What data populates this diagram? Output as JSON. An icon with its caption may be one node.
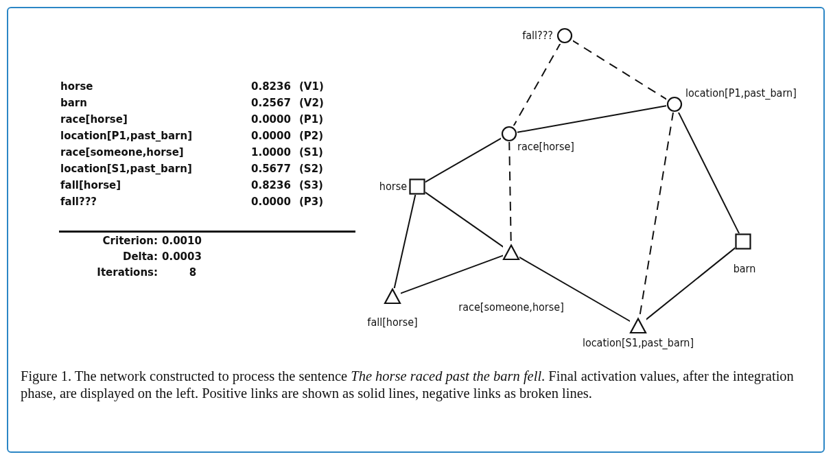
{
  "diagram": {
    "caption": "Figure 1.  The network constructed to process the sentence *The horse raced past the barn fell*.  Final activation values, after the integration phase, are displayed on the left. Positive links are shown as solid lines, negative links as broken lines.",
    "nodes": [
      {
        "text": [],
        "shape": "circle",
        "beside": [
          "fall???"
        ]
      },
      {
        "text": [],
        "shape": "circle",
        "beside": [
          "location[P1,past_barn]"
        ]
      },
      {
        "text": [],
        "shape": "circle",
        "beside": [
          "race[horse]"
        ]
      },
      {
        "text": [],
        "shape": "box",
        "beside": [
          "horse"
        ]
      },
      {
        "text": [],
        "shape": "triangle",
        "beside": [
          "race[someone,horse]"
        ]
      },
      {
        "text": [],
        "shape": "box",
        "beside": [
          "barn"
        ]
      },
      {
        "text": [],
        "shape": "triangle",
        "beside": [
          "fall[horse]"
        ]
      },
      {
        "text": [],
        "shape": "triangle",
        "beside": [
          "location[S1,past_barn]"
        ]
      }
    ],
    "edges": [
      {
        "from": 0,
        "to": 2,
        "arrow": "none",
        "style": "dashed"
      },
      {
        "from": 0,
        "to": 1,
        "arrow": "none",
        "style": "dashed"
      },
      {
        "from": 2,
        "to": 1,
        "arrow": "none"
      },
      {
        "from": 3,
        "to": 2,
        "arrow": "none"
      },
      {
        "from": 2,
        "to": 4,
        "arrow": "none",
        "style": "dashed"
      },
      {
        "from": 1,
        "to": 7,
        "arrow": "none",
        "style": "dashed"
      },
      {
        "from": 1,
        "to": 5,
        "arrow": "none"
      },
      {
        "from": 3,
        "to": 4,
        "arrow": "none"
      },
      {
        "from": 3,
        "to": 6,
        "arrow": "none"
      },
      {
        "from": 4,
        "to": 7,
        "arrow": "none"
      },
      {
        "from": 4,
        "to": 6,
        "arrow": "none"
      },
      {
        "from": 5,
        "to": 7,
        "arrow": "none"
      }
    ],
    "labels": [
      "horse",
      "0.8236",
      "(V1)",
      "barn",
      "0.2567",
      "(V2)",
      "race[horse]",
      "0.0000",
      "(P1)",
      "location[P1,past_barn]",
      "0.0000",
      "(P2)",
      "race[someone,horse]",
      "1.0000",
      "(S1)",
      "location[S1,past_barn]",
      "0.5677",
      "(S2)",
      "fall[horse]",
      "0.8236",
      "(S3)",
      "fall???",
      "0.0000",
      "(P3)",
      "Criterion:",
      "0.0010",
      "Delta:",
      "0.0003",
      "Iterations:",
      "8"
    ]
  }
}
